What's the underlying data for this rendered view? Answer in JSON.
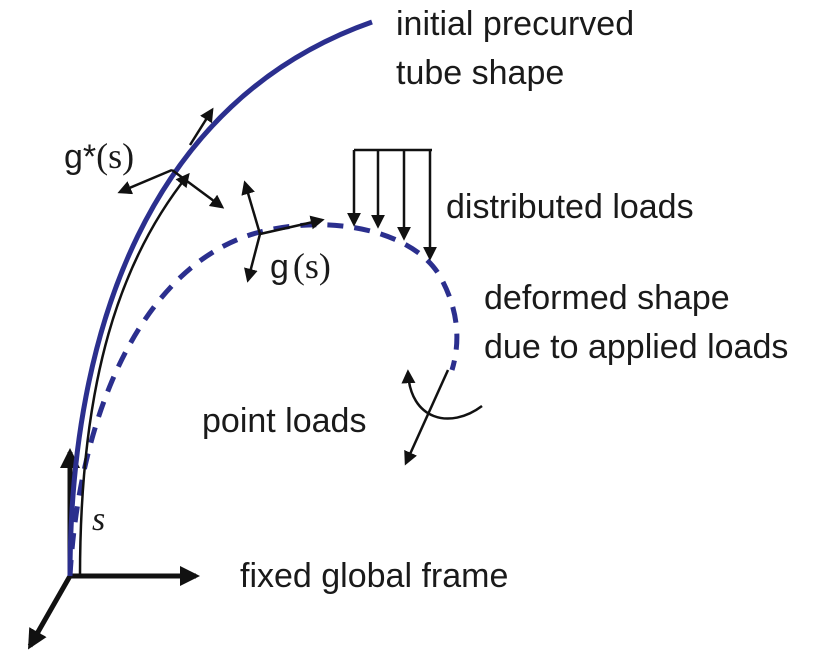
{
  "colors": {
    "tube": "#2b2f8e",
    "ink": "#111111",
    "background": "#ffffff"
  },
  "labels": {
    "initial_shape_line1": "initial precurved",
    "initial_shape_line2": "tube shape",
    "distributed_loads": "distributed loads",
    "deformed_line1": "deformed shape",
    "deformed_line2": "due to applied loads",
    "point_loads": "point loads",
    "fixed_frame": "fixed global frame",
    "arc_length": "s",
    "g_star_symbol": "g*",
    "g_star_arg": "(s)",
    "g_symbol": "g",
    "g_arg": "(s)"
  }
}
